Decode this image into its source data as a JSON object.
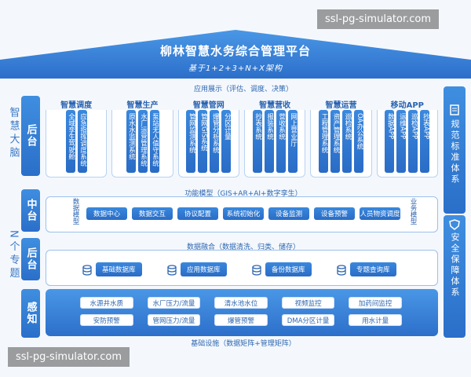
{
  "title": "柳林智慧水务综合管理平台",
  "subtitle": "基于1+2+3+N+X架构",
  "watermark": "ssl-pg-simulator.com",
  "layers": {
    "app_show": "应用展示（评估、调度、决策）",
    "func_model": "功能模型（GIS+AR+AI+数字孪生）",
    "data_fusion": "数据融合（数据清洗、归类、储存）",
    "infra": "基础设施（数据矩阵+管理矩阵）"
  },
  "left_labels": {
    "brain": "智慧大脑",
    "n_topics": "N个专题",
    "backend_top": "后台",
    "middle": "中台",
    "backend": "后台",
    "sense": "感知"
  },
  "modules": [
    {
      "title": "智慧调度",
      "cols": [
        "全域孪生驾驶舱",
        "应急指挥调度系统"
      ]
    },
    {
      "title": "智慧生产",
      "cols": [
        "原水水监测系统",
        "水厂运营管理系统",
        "泵站无人值守系统"
      ]
    },
    {
      "title": "智慧管网",
      "cols": [
        "管网监测系统",
        "管网GIS系统",
        "爆管分析系统",
        "分区计量"
      ]
    },
    {
      "title": "智慧营收",
      "cols": [
        "抄表系统",
        "报装系统",
        "营收系统",
        "网上营业厅"
      ]
    },
    {
      "title": "智慧运营",
      "cols": [
        "工程管理系统",
        "资产管理系统",
        "巡检系统",
        "OA办公系统"
      ]
    },
    {
      "title": "移动APP",
      "cols": [
        "数据APP",
        "运维APP",
        "巡检APP",
        "抄表APP"
      ]
    }
  ],
  "middle": {
    "left_tag": "数据模型",
    "right_tag": "业务模型",
    "chips": [
      "数据中心",
      "数据交互",
      "协议配置",
      "系统初始化",
      "设备监测",
      "设备预警",
      "人员物资调度"
    ]
  },
  "databases": [
    "基础数据库",
    "应用数据库",
    "备份数据库",
    "专题查询库"
  ],
  "sense": {
    "row1": [
      "水源井水质",
      "水厂压力/流量",
      "清水池水位",
      "视频监控",
      "加药间监控"
    ],
    "row2": [
      "安防预警",
      "管网压力/流量",
      "爆管预警",
      "DMA分区计量",
      "用水计量"
    ]
  },
  "right": {
    "top": "规范标准体系",
    "bottom": "安全保障体系"
  }
}
